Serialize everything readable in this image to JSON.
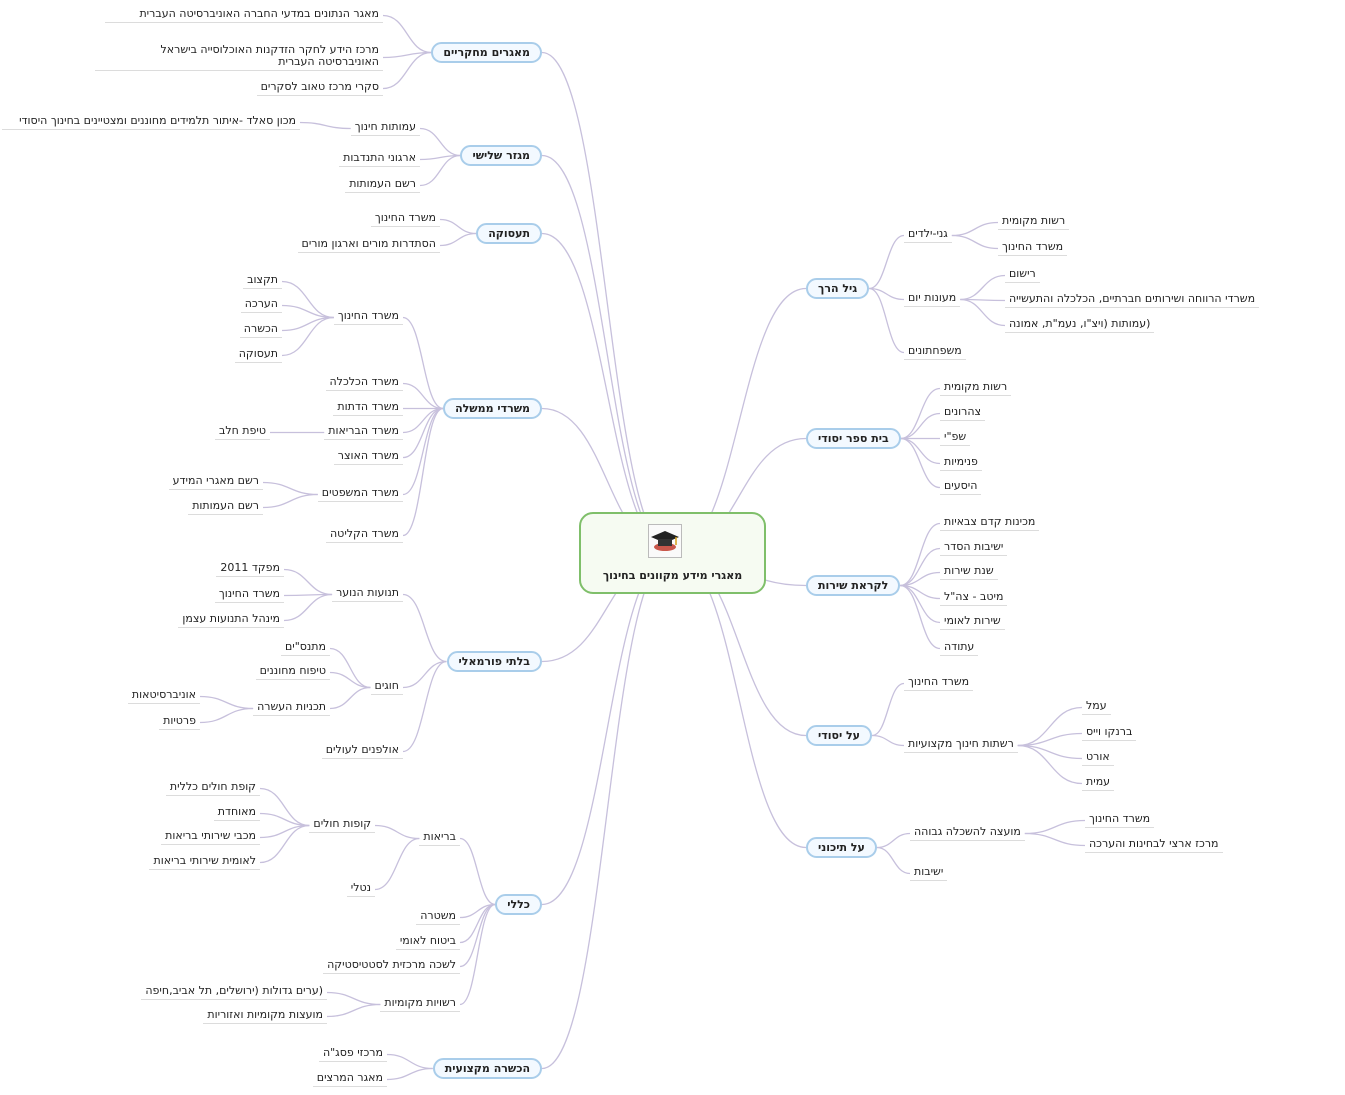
{
  "central": {
    "label": "מאגרי מידע מקוונים בחינוך",
    "icon": "graduation-cap-icon"
  },
  "colors": {
    "central_border": "#7fbf6a",
    "branch_border": "#a9cdea",
    "link": "#c7c0dc"
  },
  "left_branches": [
    {
      "label": "מאגרים מחקריים",
      "children": [
        {
          "label": "מאגר הנתונים במדעי החברה האוניברסיטה העברית"
        },
        {
          "label": "מרכז הידע לחקר הזדקנות האוכלוסייה בישראל האוניברסיטה העברית"
        },
        {
          "label": "סקרי מרכז טאוב לסקרים"
        }
      ]
    },
    {
      "label": "מגזר שלישי",
      "children": [
        {
          "label": "עמותות חינוך",
          "children": [
            {
              "label": "מכון סאלד -איתור תלמידים מחוננים ומצטיינים בחינוך היסודי"
            }
          ]
        },
        {
          "label": "ארגוני התנדבות"
        },
        {
          "label": "רשם העמותות"
        }
      ]
    },
    {
      "label": "תעסוקה",
      "children": [
        {
          "label": "משרד החינוך"
        },
        {
          "label": "הסתדרות מורים וארגון מורים"
        }
      ]
    },
    {
      "label": "משרדי ממשלה",
      "children": [
        {
          "label": "משרד החינוך",
          "children": [
            {
              "label": "תקצוב"
            },
            {
              "label": "הערכה"
            },
            {
              "label": "הכשרה"
            },
            {
              "label": "תעסוקה"
            }
          ]
        },
        {
          "label": "משרד הכלכלה"
        },
        {
          "label": "משרד הדתות"
        },
        {
          "label": "משרד הבריאות",
          "children": [
            {
              "label": "טיפת חלב"
            }
          ]
        },
        {
          "label": "משרד האוצר"
        },
        {
          "label": "משרד המשפטים",
          "children": [
            {
              "label": "רשם מאגרי המידע"
            },
            {
              "label": "רשם העמותות"
            }
          ]
        },
        {
          "label": "משרד הקליטה"
        }
      ]
    },
    {
      "label": "בלתי פורמאלי",
      "children": [
        {
          "label": "תנועות הנוער",
          "children": [
            {
              "label": "מפקד 2011"
            },
            {
              "label": "משרד החינוך"
            },
            {
              "label": "מינהל התנועות עצמן"
            }
          ]
        },
        {
          "label": "חוגים",
          "children": [
            {
              "label": "מתנס\"ים"
            },
            {
              "label": "טיפוח מחוננים"
            },
            {
              "label": "תכניות העשרה",
              "children": [
                {
                  "label": "אוניברסיטאות"
                },
                {
                  "label": "פרטיות"
                }
              ]
            }
          ]
        },
        {
          "label": "אולפנים לעולים"
        }
      ]
    },
    {
      "label": "כללי",
      "children": [
        {
          "label": "בריאות",
          "children": [
            {
              "label": "קופות חולים",
              "children": [
                {
                  "label": "קופת חולים כללית"
                },
                {
                  "label": "מאוחדת"
                },
                {
                  "label": "מכבי שירותי בריאות"
                },
                {
                  "label": "לאומית שירותי בריאות"
                }
              ]
            },
            {
              "label": "נטלי"
            }
          ]
        },
        {
          "label": "משטרה"
        },
        {
          "label": "ביטוח לאומי"
        },
        {
          "label": "לשכה מרכזית לסטטיסטיקה"
        },
        {
          "label": "רשויות מקומיות",
          "children": [
            {
              "label": "(ערים גדולות (ירושלים, תל אביב,חיפה"
            },
            {
              "label": "מועצות מקומיות ואזוריות"
            }
          ]
        }
      ]
    },
    {
      "label": "הכשרה מקצועית",
      "children": [
        {
          "label": "מרכזי פסג\"ה"
        },
        {
          "label": "מאגר המרצים"
        }
      ]
    }
  ],
  "right_branches": [
    {
      "label": "גיל הרך",
      "children": [
        {
          "label": "גני-ילדים",
          "children": [
            {
              "label": "רשות מקומית"
            },
            {
              "label": "משרד החינוך"
            }
          ]
        },
        {
          "label": "מעונות יום",
          "children": [
            {
              "label": "רישום"
            },
            {
              "label": "משרדי הרווחה ושירותים חברתיים, הכלכלה והתעשייה"
            },
            {
              "label": "(עמותות (ויצ\"ו, נעמ\"ת, אמונה"
            }
          ]
        },
        {
          "label": "משפחתונים"
        }
      ]
    },
    {
      "label": "בית ספר יסודי",
      "children": [
        {
          "label": "רשות מקומית"
        },
        {
          "label": "צהרונים"
        },
        {
          "label": "שפ\"י"
        },
        {
          "label": "פנימיות"
        },
        {
          "label": "היסעים"
        }
      ]
    },
    {
      "label": "לקראת שירות",
      "children": [
        {
          "label": "מכינות קדם צבאיות"
        },
        {
          "label": "ישיבות הסדר"
        },
        {
          "label": "שנת שירות"
        },
        {
          "label": "מיטב - צה\"ל"
        },
        {
          "label": "שירות לאומי"
        },
        {
          "label": "עתודה"
        }
      ]
    },
    {
      "label": "על יסודי",
      "children": [
        {
          "label": "משרד החינוך"
        },
        {
          "label": "רשתות חינוך מקצועיות",
          "children": [
            {
              "label": "עמל"
            },
            {
              "label": "ברנקו וייס"
            },
            {
              "label": "אורט"
            },
            {
              "label": "עמית"
            }
          ]
        }
      ]
    },
    {
      "label": "על תיכוני",
      "children": [
        {
          "label": "מועצה להשכלה גבוהה",
          "children": [
            {
              "label": "משרד החינוך"
            },
            {
              "label": "מרכז ארצי לבחינות והערכה"
            }
          ]
        },
        {
          "label": "ישיבות"
        }
      ]
    }
  ]
}
